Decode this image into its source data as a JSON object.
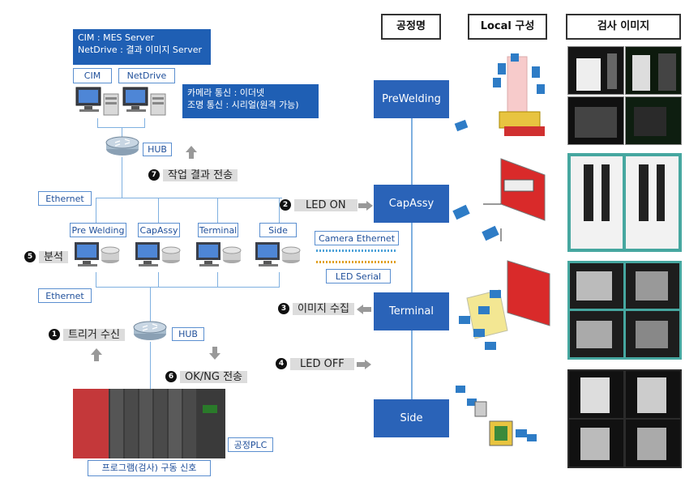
{
  "server_info": {
    "line1": "CIM : MES Server",
    "line2": "NetDrive : 결과 이미지 Server"
  },
  "servers": {
    "cim": "CIM",
    "netdrive": "NetDrive"
  },
  "comm_info": {
    "line1": "카메라 통신 : 이더넷",
    "line2": "조명 통신 : 시리얼(원격 가능)"
  },
  "hub_top": "HUB",
  "hub_bottom": "HUB",
  "steps": {
    "s7": "작업 결과 전송",
    "s2": "LED ON",
    "s5": "분석",
    "s3": "이미지 수집",
    "s1": "트리거 수신",
    "s4": "LED OFF",
    "s6": "OK/NG 전송"
  },
  "step_numbers": {
    "n1": "1",
    "n2": "2",
    "n3": "3",
    "n4": "4",
    "n5": "5",
    "n6": "6",
    "n7": "7"
  },
  "ethernet_top": "Ethernet",
  "ethernet_bottom": "Ethernet",
  "pcs": [
    "Pre Welding",
    "CapAssy",
    "Terminal",
    "Side"
  ],
  "camera_ethernet": "Camera Ethernet",
  "led_serial": "LED Serial",
  "plc_label": "공정PLC",
  "program_signal": "프로그램(검사) 구동 신호",
  "headers": {
    "process": "공정명",
    "local": "Local 구성",
    "images": "검사 이미지"
  },
  "processes": [
    "PreWelding",
    "CapAssy",
    "Terminal",
    "Side"
  ],
  "colors": {
    "blue": "#1f5fb4",
    "line": "#7fb0e0",
    "gray": "#dcdcdc"
  }
}
